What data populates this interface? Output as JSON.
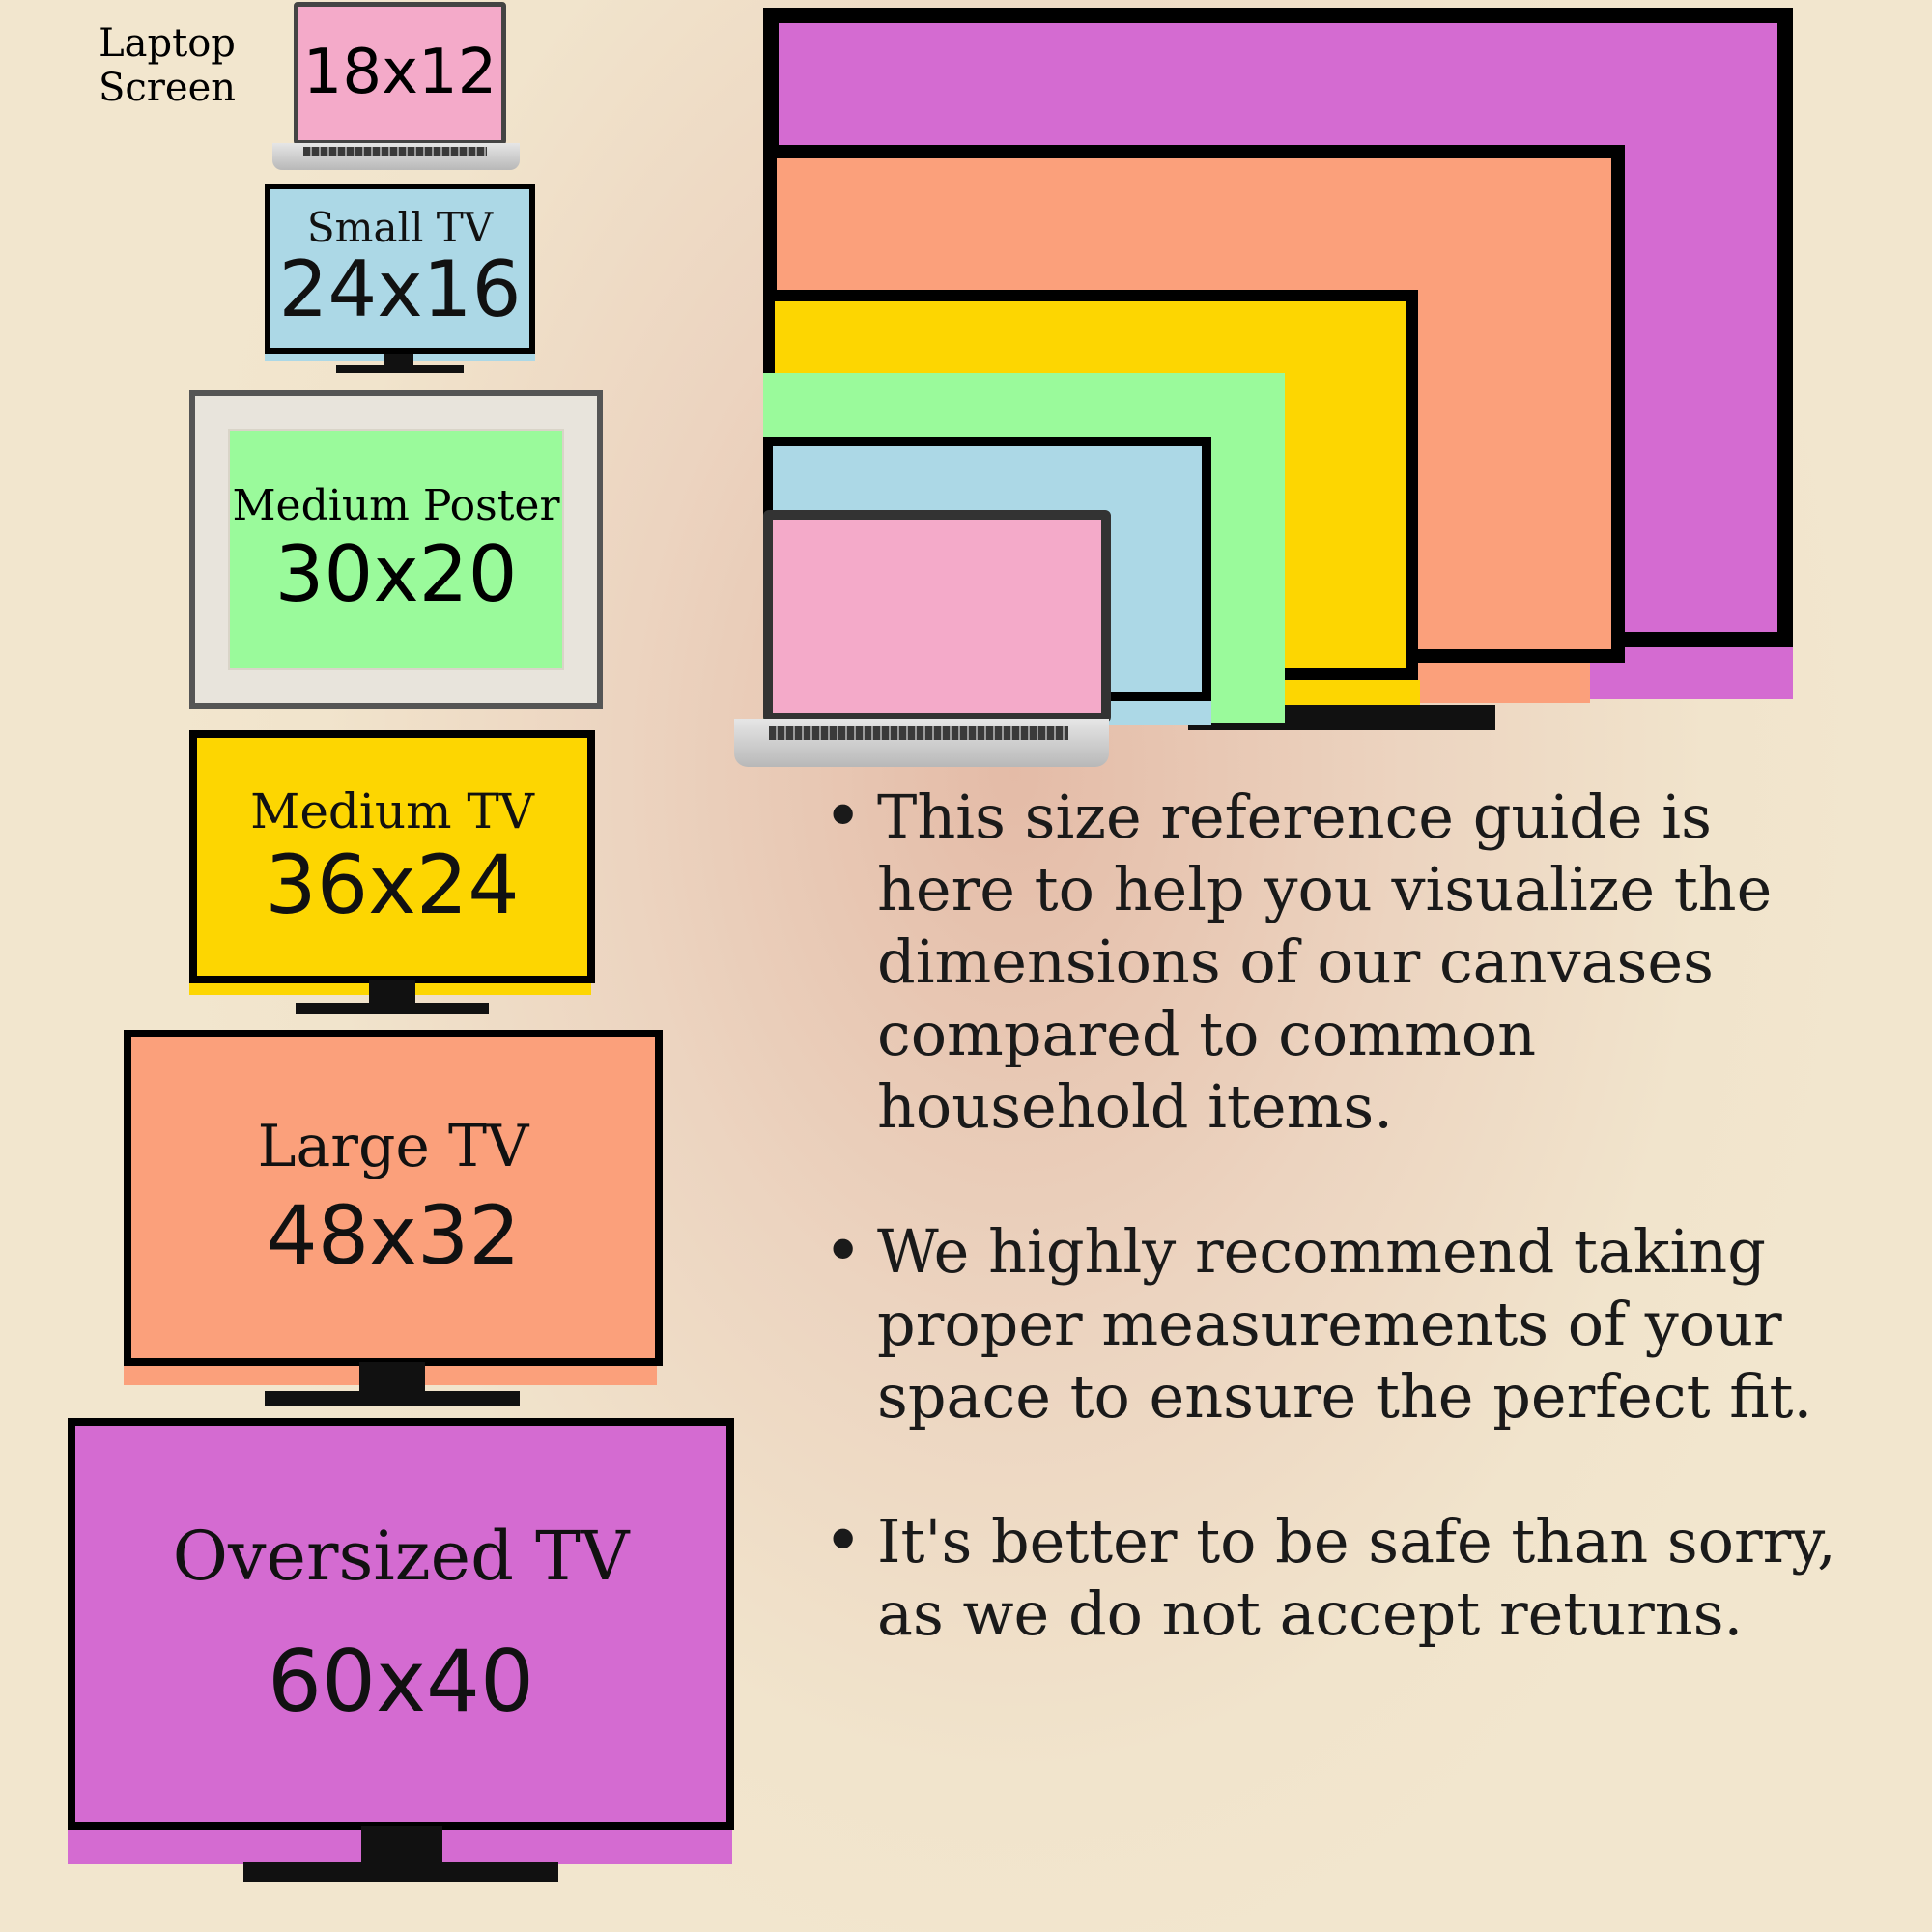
{
  "colors": {
    "laptop": "#f4aac9",
    "small_tv": "#acd8e6",
    "medium_poster": "#9afa9b",
    "medium_tv": "#fdd601",
    "large_tv": "#fba07b",
    "oversized_tv": "#d46bd1"
  },
  "items": {
    "laptop": {
      "label": "Laptop Screen",
      "dims": "18x12"
    },
    "small_tv": {
      "label": "Small TV",
      "dims": "24x16"
    },
    "medium_poster": {
      "label": "Medium Poster",
      "dims": "30x20"
    },
    "medium_tv": {
      "label": "Medium TV",
      "dims": "36x24"
    },
    "large_tv": {
      "label": "Large TV",
      "dims": "48x32"
    },
    "oversized_tv": {
      "label": "Oversized TV",
      "dims": "60x40"
    }
  },
  "bullets": [
    "This size reference guide is here to help you visualize the dimensions of our canvases compared to common household items.",
    "We highly recommend taking proper measurements of your space to ensure the perfect fit.",
    "It's better to be safe than sorry, as we do not accept returns."
  ]
}
